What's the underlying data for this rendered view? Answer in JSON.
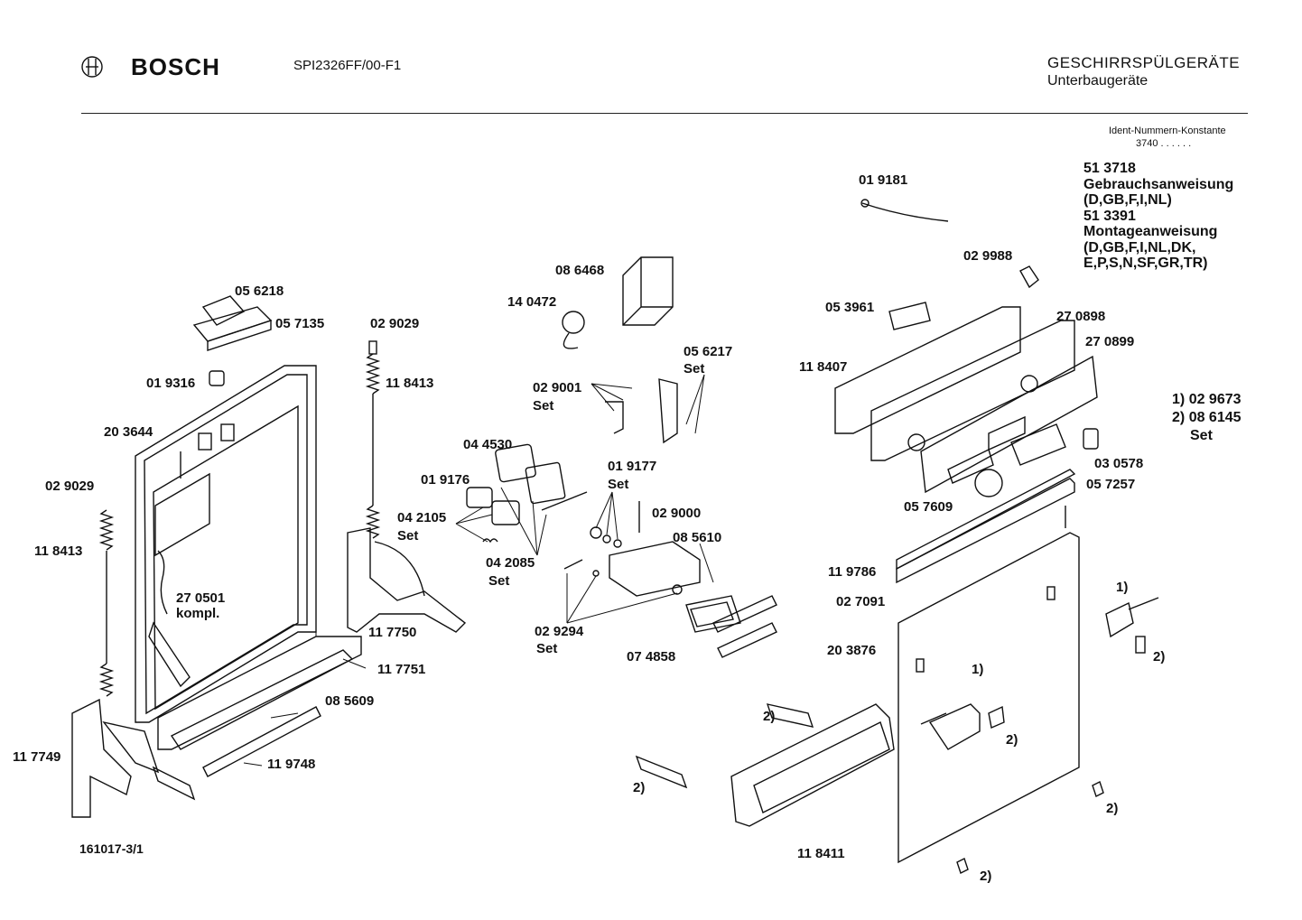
{
  "header": {
    "brand": "BOSCH",
    "model": "SPI2326FF/00-F1",
    "category": "GESCHIRRSPÜLGERÄTE",
    "subcategory": "Unterbaugeräte",
    "ident_label": "Ident-Nummern-Konstante",
    "ident_value": "3740  . .   . . . ."
  },
  "notes": [
    "51 3718",
    "Gebrauchsanweisung",
    "(D,GB,F,I,NL)",
    "51 3391",
    "Montageanweisung",
    "(D,GB,F,I,NL,DK,",
    "E,P,S,N,SF,GR,TR)"
  ],
  "legend": [
    {
      "key": "1)",
      "value": "02 9673"
    },
    {
      "key": "2)",
      "value": "08 6145"
    },
    {
      "key": "",
      "value": "Set"
    }
  ],
  "parts": {
    "p056218": "05 6218",
    "p057135": "05 7135",
    "p019316": "01 9316",
    "p203644": "20 3644",
    "p029029a": "02 9029",
    "p118413a": "11 8413",
    "p029029b": "02 9029",
    "p118413b": "11 8413",
    "p270501": "27 0501",
    "p270501_sub": "kompl.",
    "p117749": "11 7749",
    "p117750": "11 7750",
    "p117751": "11 7751",
    "p085609": "08 5609",
    "p119748": "11 9748",
    "p086468": "08 6468",
    "p140472": "14 0472",
    "p056217": "05 6217",
    "p056217_sub": "Set",
    "p029001": "02 9001",
    "p029001_sub": "Set",
    "p044530": "04 4530",
    "p019176": "01 9176",
    "p019177": "01 9177",
    "p019177_sub": "Set",
    "p042105": "04 2105",
    "p042105_sub": "Set",
    "p042085": "04 2085",
    "p042085_sub": "Set",
    "p029000": "02 9000",
    "p085610": "08 5610",
    "p029294": "02 9294",
    "p029294_sub": "Set",
    "p074858": "07 4858",
    "p019181": "01 9181",
    "p029988": "02 9988",
    "p053961": "05 3961",
    "p270898": "27 0898",
    "p270899": "27 0899",
    "p118407": "11 8407",
    "p030578": "03 0578",
    "p057257": "05 7257",
    "p057609": "05 7609",
    "p119786": "11 9786",
    "p027091": "02 7091",
    "p203876": "20 3876",
    "p118411": "11 8411",
    "m1a": "1)",
    "m1b": "1)",
    "m2a": "2)",
    "m2b": "2)",
    "m2c": "2)",
    "m2d": "2)",
    "m2e": "2)",
    "m2f": "2)"
  },
  "footer": {
    "drawing_number": "161017-3/1"
  }
}
